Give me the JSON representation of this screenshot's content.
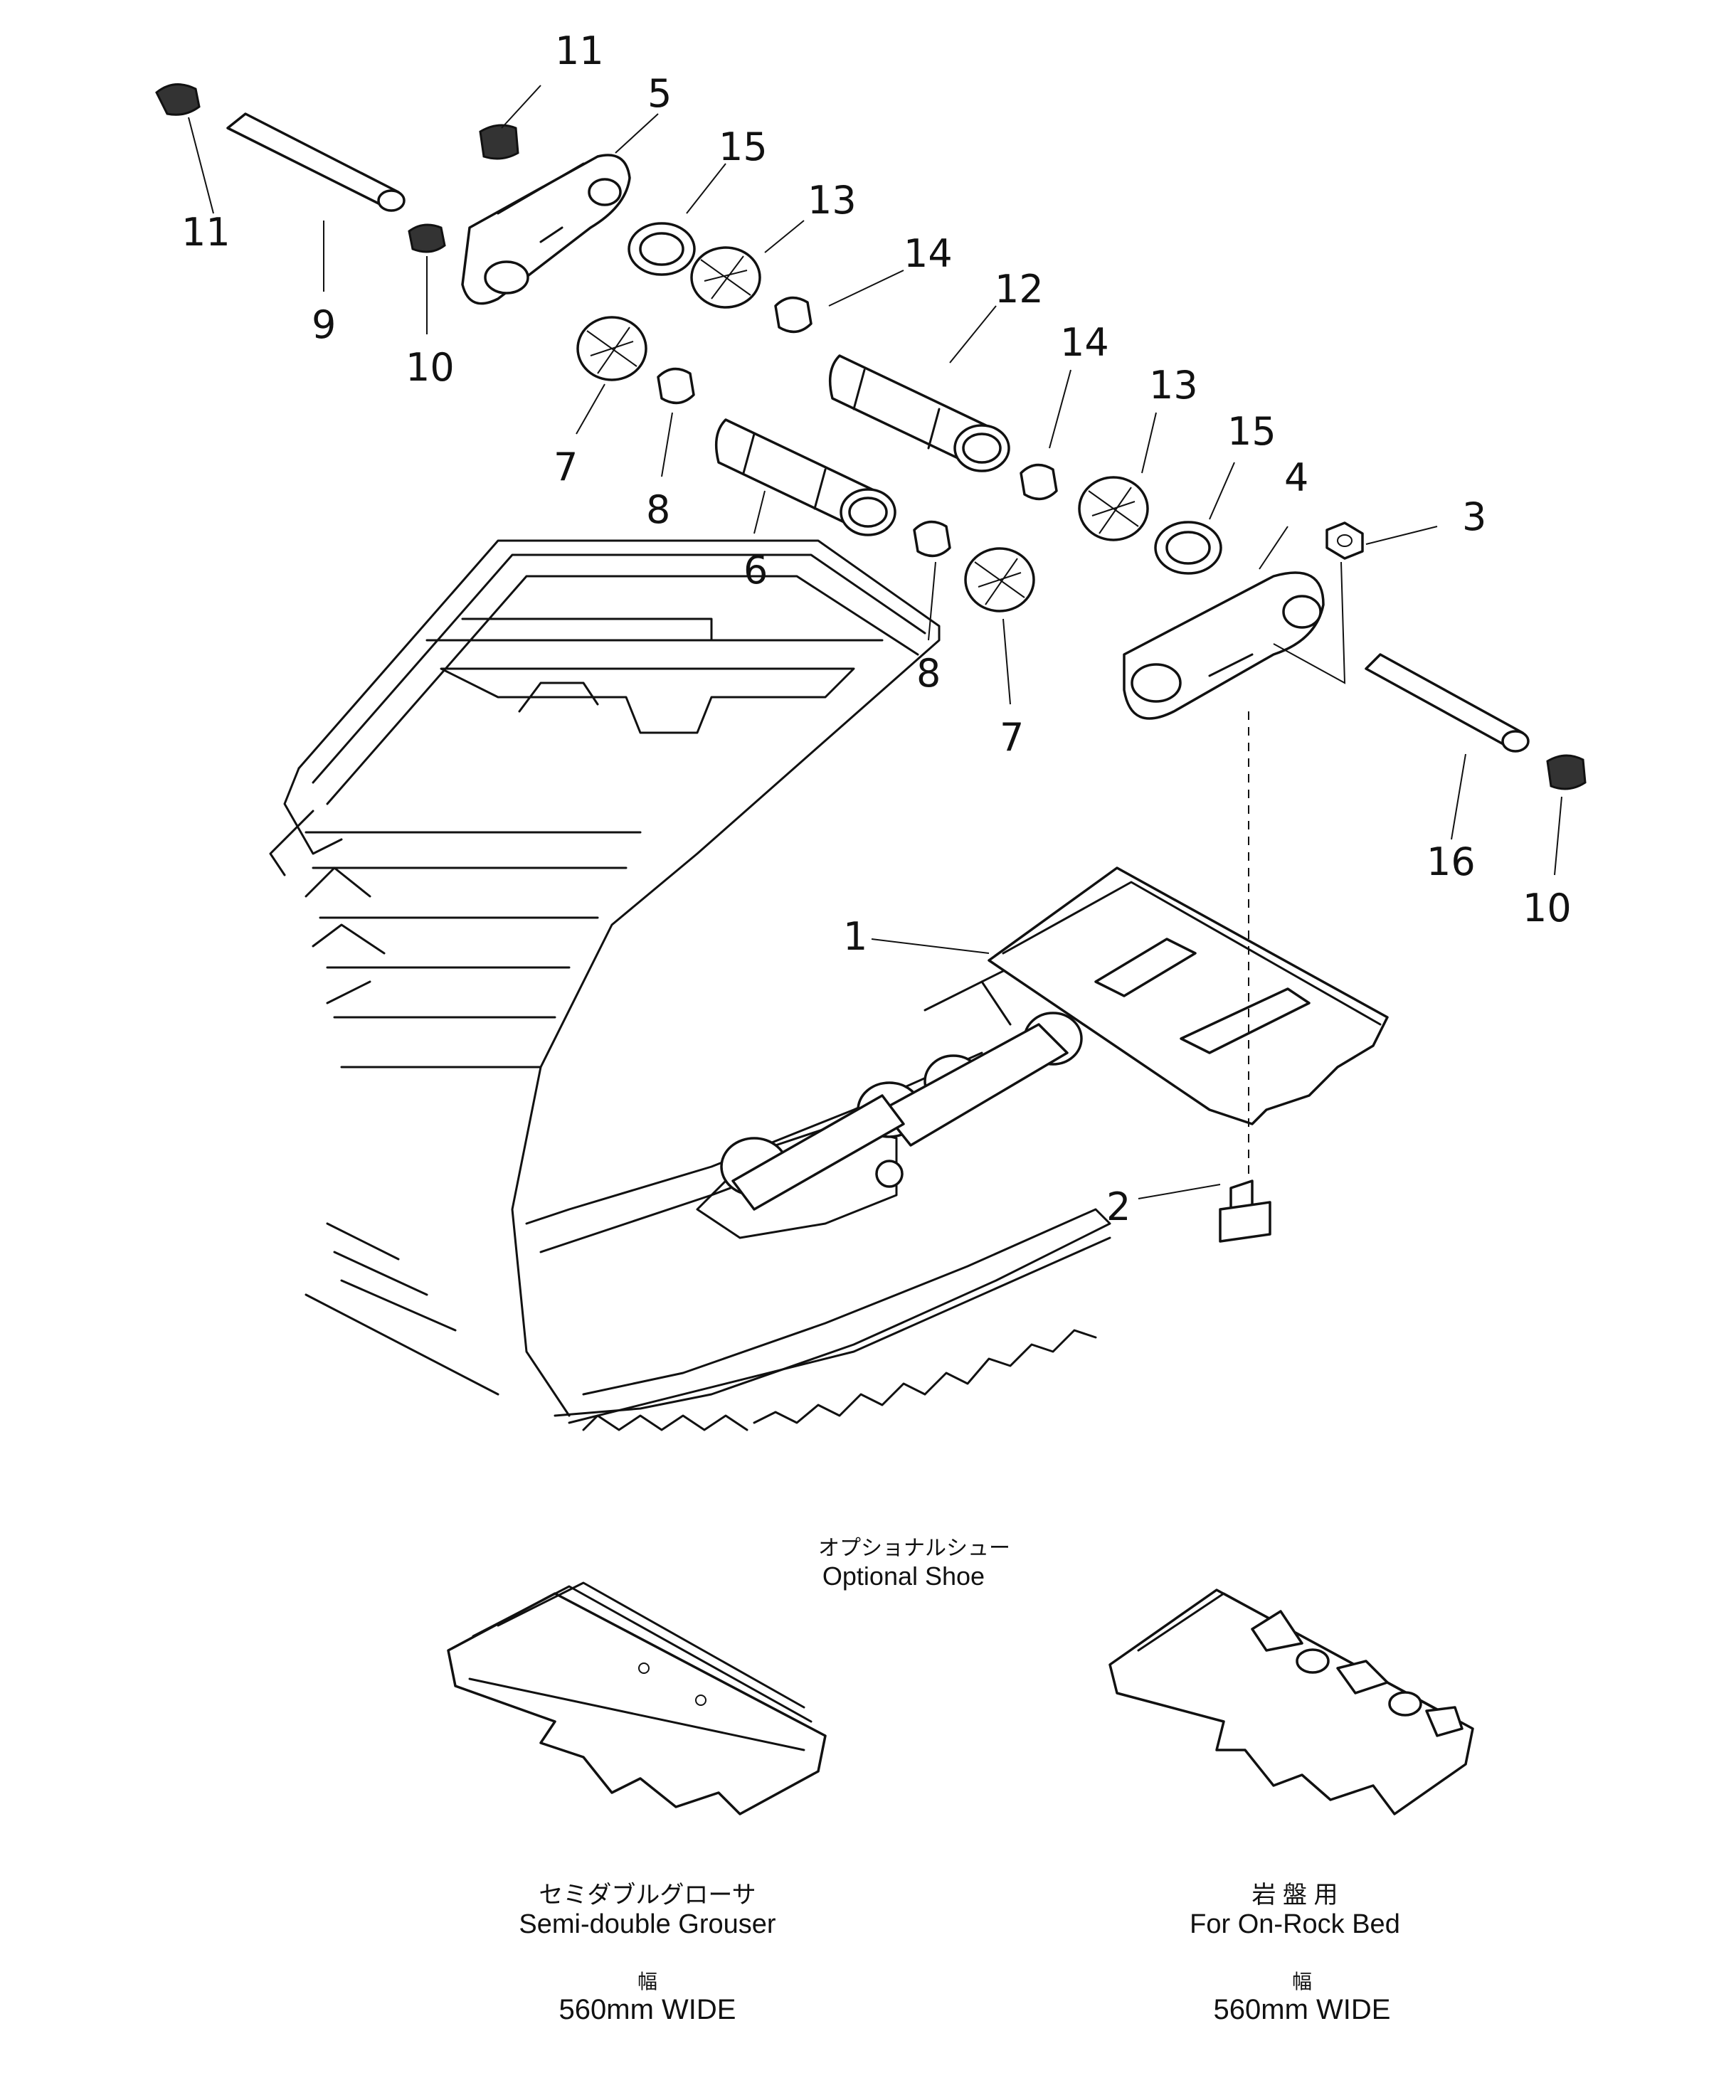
{
  "callouts": [
    "11",
    "11",
    "5",
    "15",
    "13",
    "14",
    "12",
    "9",
    "10",
    "7",
    "8",
    "6",
    "14",
    "13",
    "15",
    "4",
    "3",
    "8",
    "7",
    "16",
    "10",
    "1",
    "2"
  ],
  "optional_shoe": {
    "heading_jp": "オプショナルシュー",
    "heading_en": "Optional Shoe",
    "left": {
      "name_jp": "セミダブルグローサ",
      "name_en": "Semi-double Grouser",
      "width_jp": "幅",
      "width_en": "560mm WIDE"
    },
    "right": {
      "name_jp": "岩 盤 用",
      "name_en": "For On-Rock Bed",
      "width_jp": "幅",
      "width_en": "560mm WIDE"
    }
  }
}
